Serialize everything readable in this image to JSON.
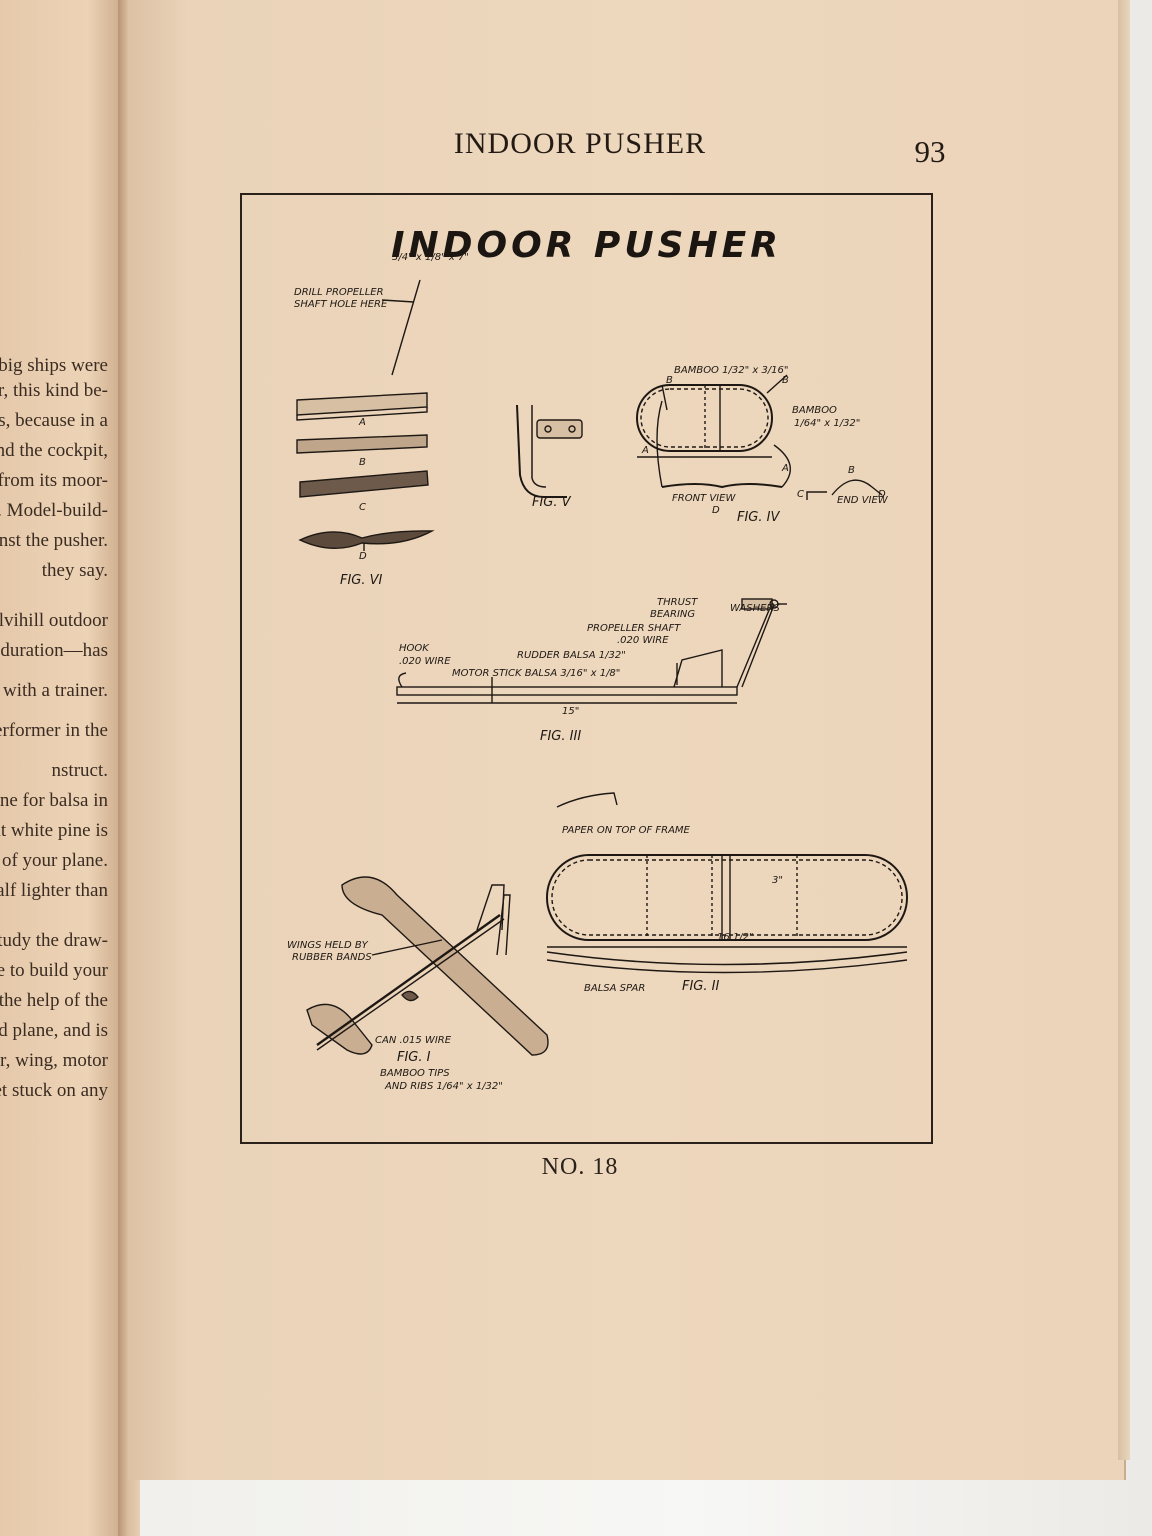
{
  "header": {
    "running_head": "INDOOR PUSHER",
    "page_number": "93"
  },
  "plate": {
    "title": "INDOOR PUSHER",
    "caption": "NO. 18",
    "fig6": {
      "dim": "3/4\" x 1/8\" x 7\"",
      "drill_label": "DRILL PROPELLER",
      "drill_label2": "SHAFT HOLE HERE",
      "steps": [
        "A",
        "B",
        "C",
        "D"
      ],
      "caption": "FIG. VI"
    },
    "fig5": {
      "caption": "FIG. V"
    },
    "fig4": {
      "bamboo_top": "BAMBOO 1/32\" x 3/16\"",
      "bamboo_right": "BAMBOO",
      "bamboo_right_dim": "1/64\" x 1/32\"",
      "front_view": "FRONT VIEW",
      "end_view": "END VIEW",
      "letters": [
        "A",
        "B",
        "C",
        "D"
      ],
      "caption": "FIG. IV"
    },
    "fig3": {
      "thrust": "THRUST",
      "bearing": "BEARING",
      "washers": "WASHERS",
      "propeller_shaft": "PROPELLER SHAFT",
      "shaft_wire": ".020 WIRE",
      "hook": "HOOK",
      "hook_wire": ".020 WIRE",
      "rudder": "RUDDER BALSA 1/32\"",
      "motor_stick": "MOTOR STICK BALSA 3/16\" x 1/8\"",
      "length": "15\"",
      "caption": "FIG. III"
    },
    "fig2": {
      "paper": "PAPER ON TOP OF FRAME",
      "span": "16 1/2\"",
      "chord": "3\"",
      "spar": "BALSA SPAR",
      "caption": "FIG. II"
    },
    "fig1": {
      "wings_held": "WINGS HELD BY",
      "rubber_bands": "RUBBER BANDS",
      "can_wire": "CAN .015 WIRE",
      "bamboo_tips": "BAMBOO TIPS",
      "and_ribs": "AND RIBS 1/64\" x 1/32\"",
      "caption": "FIG. I"
    }
  },
  "left_page_fragments": [
    "f the big ships were",
    "wever, this kind be-",
    "ators, because in a",
    "behind the cockpit,",
    "loose from its moor-",
    "e pilot. Model-build-",
    "ainst the pusher.",
    "they say.",
    "he Mulvihill outdoor",
    "y for duration—has",
    "od wever with a trainer.",
    "liable performer in the",
    "nstruct.",
    "white pine for balsa in",
    "r that white pine is",
    "g time of your plane.",
    "is one half lighter than",
    "ction, study the draw-",
    "be able to build your",
    "without the help of the",
    "ssembled plane, and is",
    "elevator, wing, motor",
    "er you get stuck on any"
  ],
  "colors": {
    "paper": "#ecd5ba",
    "ink": "#1e1814"
  }
}
